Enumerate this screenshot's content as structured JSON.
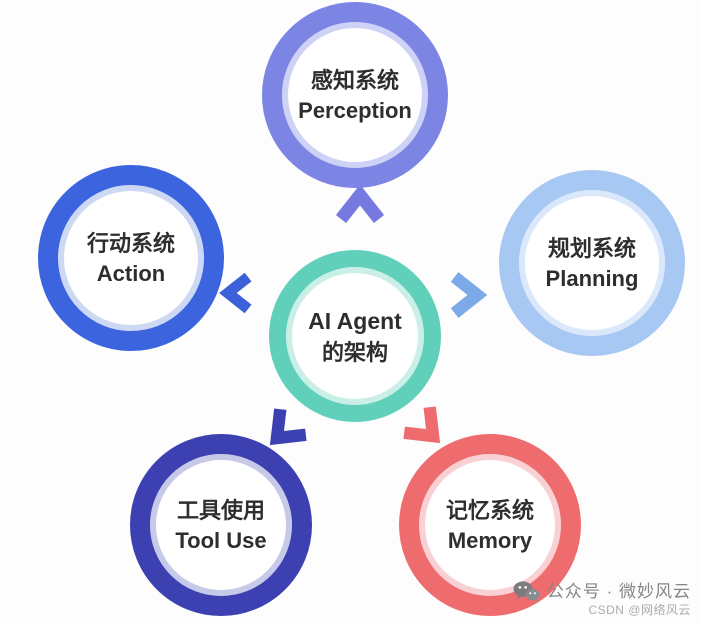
{
  "background": "#fdfdfd",
  "center": {
    "line1": "AI Agent",
    "line2": "的架构",
    "ring_color": "#60d0bb",
    "inner_tint": "#c9efe7",
    "text_color": "#2e2e31"
  },
  "nodes": [
    {
      "id": "perception",
      "zh": "感知系统",
      "en": "Perception",
      "position": "top",
      "ring_color": "#7c85e3",
      "inner_tint": "#cdd2f6",
      "arrow_color": "#767ae0",
      "arrow_direction": "up"
    },
    {
      "id": "planning",
      "zh": "规划系统",
      "en": "Planning",
      "position": "right",
      "ring_color": "#a7c8f2",
      "inner_tint": "#dbe8fb",
      "arrow_color": "#7caae9",
      "arrow_direction": "right"
    },
    {
      "id": "memory",
      "zh": "记忆系统",
      "en": "Memory",
      "position": "bottom-right",
      "ring_color": "#ee6b6e",
      "inner_tint": "#f9d0d3",
      "arrow_color": "#ee6b6e",
      "arrow_direction": "down-right"
    },
    {
      "id": "tool_use",
      "zh": "工具使用",
      "en": "Tool Use",
      "position": "bottom-left",
      "ring_color": "#3c40b0",
      "inner_tint": "#c7c9e9",
      "arrow_color": "#3c40b0",
      "arrow_direction": "down-left"
    },
    {
      "id": "action",
      "zh": "行动系统",
      "en": "Action",
      "position": "left",
      "ring_color": "#3c64de",
      "inner_tint": "#cdd8f4",
      "arrow_color": "#3c60d8",
      "arrow_direction": "left"
    }
  ],
  "watermark": {
    "icon": "wechat-icon",
    "line1": "公众号 · 微妙风云",
    "line2": "CSDN @网络风云",
    "line1_color": "#85868a",
    "line2_color": "#a9abaf"
  }
}
